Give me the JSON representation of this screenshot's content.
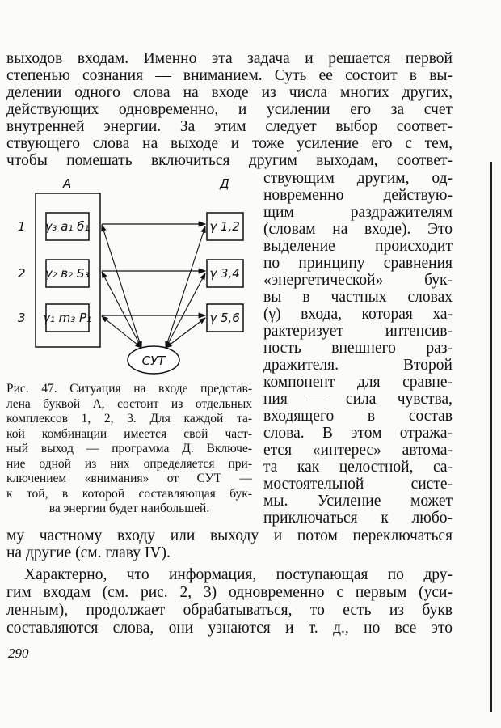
{
  "page_number": "290",
  "top_lines": [
    "выходов входам. Именно эта задача и решается первой",
    "степенью сознания — вниманием. Суть ее состоит в вы-",
    "делении одного слова на входе из числа многих других,",
    "действующих одновременно, и усилении его за счет",
    "внутренней энергии. За этим следует выбор соответ-",
    "ствующего слова на выходе и тоже усиление его с тем,",
    "чтобы помешать включиться другим выходам, соответ-"
  ],
  "right_column_lines": [
    "ствующим другим, од-",
    "новременно действую-",
    "щим раздражителям",
    "(словам на входе). Это",
    "выделение происходит",
    "по принципу сравнения",
    "«энергетической» бук-",
    "вы в частных словах",
    "(γ) входа, которая ха-",
    "рактеризует интенсив-",
    "ность внешнего раз-",
    "дражителя. Второй",
    "компонент для сравне-",
    "ния — сила чувства,",
    "входящего в состав",
    "слова. В этом отража-",
    "ется «интерес» автома-",
    "та как целостной, са-",
    "мостоятельной систе-",
    "мы. Усиление может",
    "приключаться к любо-"
  ],
  "bottom_lines": [
    "му частному входу или выходу и потом переключаться",
    "на другие (см. главу IV).",
    "Характерно, что информация, поступающая по дру-",
    "гим входам (см. рис. 2, 3) одновременно с первым (уси-",
    "ленным), продолжает обрабатываться, то есть из букв",
    "составляются слова, они узнаются и т. д., но все это"
  ],
  "figure": {
    "label_A": "А",
    "label_D": "Д",
    "rows": [
      "1",
      "2",
      "3"
    ],
    "inputs": [
      "γ₃ a₁ б₁",
      "γ₂ в₂ S₃",
      "γ₁ m₃ P₁"
    ],
    "outputs": [
      "γ 1,2",
      "γ 3,4",
      "γ 5,6"
    ],
    "center": "СУТ"
  },
  "caption_lines": [
    "Рис. 47. Ситуация на входе представ-",
    "лена буквой А, состоит из отдельных",
    "комплексов 1, 2, 3. Для каждой та-",
    "кой комбинации имеется свой част-",
    "ный выход — программа Д. Включе-",
    "ние одной из них определяется при-",
    "ключением «внимания» от СУТ —",
    "к той, в которой составляющая бук-",
    "ва энергии будет наибольшей."
  ]
}
